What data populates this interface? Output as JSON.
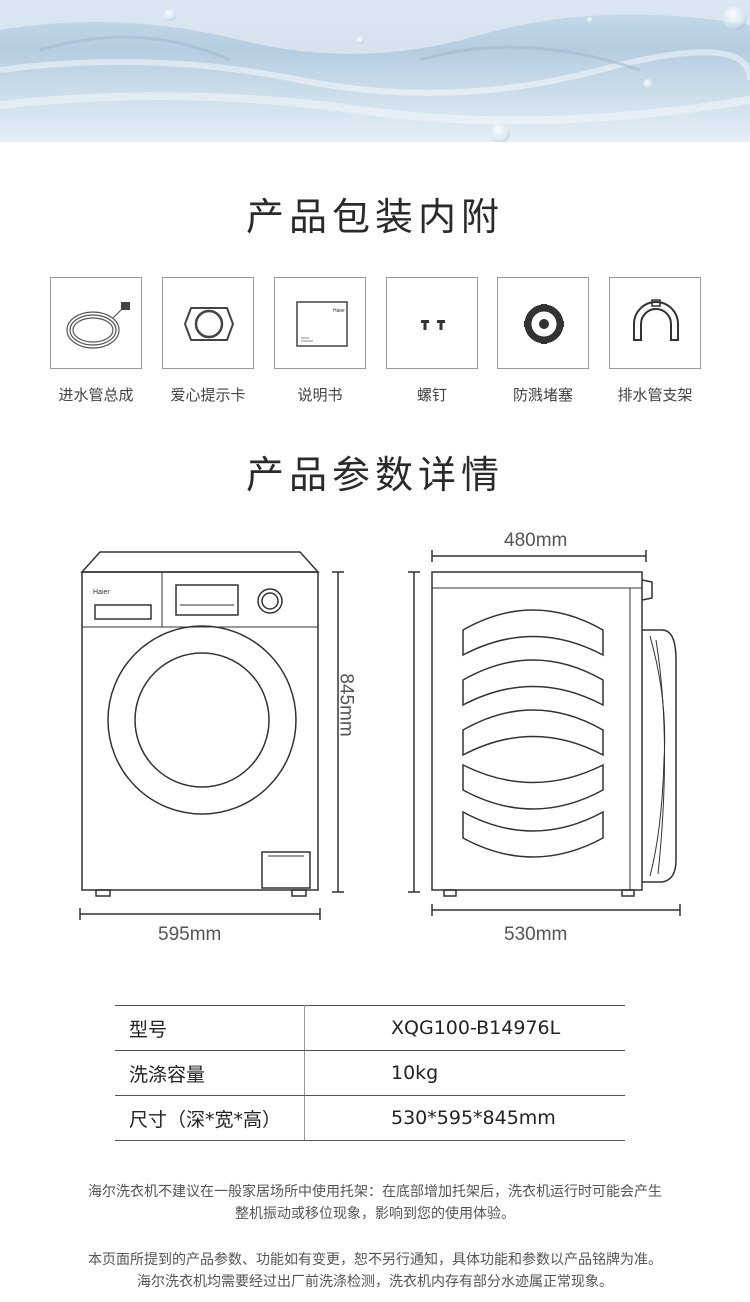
{
  "accessories_section": {
    "title": "产品包装内附",
    "items": [
      {
        "label": "进水管总成",
        "icon": "water-inlet-hose-icon"
      },
      {
        "label": "爱心提示卡",
        "icon": "care-card-icon"
      },
      {
        "label": "说明书",
        "icon": "manual-icon"
      },
      {
        "label": "螺钉",
        "icon": "screws-icon"
      },
      {
        "label": "防溅堵塞",
        "icon": "splash-plug-icon"
      },
      {
        "label": "排水管支架",
        "icon": "drain-pipe-bracket-icon"
      }
    ],
    "manual_brand": "Haier"
  },
  "params_section": {
    "title": "产品参数详情",
    "machine_brand": "Haier",
    "front_width": "595mm",
    "height": "845mm",
    "side_width": "480mm",
    "depth": "530mm"
  },
  "specs": [
    {
      "key": "型号",
      "value": "XQG100-B14976L"
    },
    {
      "key": "洗涤容量",
      "value": "10kg"
    },
    {
      "key": "尺寸（深*宽*高）",
      "value": "530*595*845mm"
    }
  ],
  "notes": {
    "line1": "海尔洗衣机不建议在一般家居场所中使用托架：在底部增加托架后，洗衣机运行时可能会产生",
    "line2": "整机振动或移位现象，影响到您的使用体验。",
    "line3": "本页面所提到的产品参数、功能如有变更，恕不另行通知，具体功能和参数以产品铭牌为准。",
    "line4": "海尔洗衣机均需要经过出厂前洗涤检测，洗衣机内存有部分水迹属正常现象。"
  },
  "colors": {
    "line": "#333333",
    "text": "#2a2a2a",
    "water": "#b6cde0"
  }
}
